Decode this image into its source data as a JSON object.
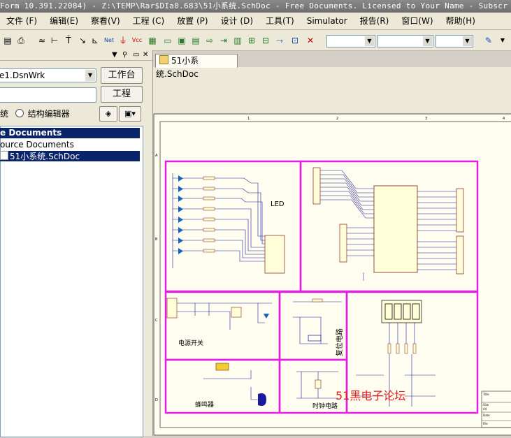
{
  "window": {
    "title": "Form 10.391.22084) - Z:\\TEMP\\Rar$DIa0.683\\51小系统.SchDoc - Free Documents. Licensed to Your Name - Subscr"
  },
  "menu": {
    "items": [
      "文件 (F)",
      "编辑(E)",
      "察看(V)",
      "工程 (C)",
      "放置 (P)",
      "设计 (D)",
      "工具(T)",
      "Simulator",
      "报告(R)",
      "窗口(W)",
      "帮助(H)"
    ]
  },
  "panel": {
    "workspace_value": "e1.DsnWrk",
    "workspace_button": "工作台",
    "project_button": "工程",
    "radio_left_label": "统",
    "radio_right_label": "结构编辑器",
    "tree": {
      "header": "e Documents",
      "row1": "ource Documents",
      "row2": "51小系统.SchDoc"
    }
  },
  "document": {
    "tab_label": "51小系统.SchDoc"
  },
  "schematic": {
    "led_label": "LED",
    "power_label": "电源开关",
    "reset_label": "复位电路",
    "buzzer_label": "蜂鸣器",
    "clock_label": "时钟电路",
    "watermark": "51黑电子论坛",
    "col_numbers": [
      "1",
      "2",
      "3",
      "4"
    ],
    "row_letters": [
      "A",
      "B",
      "C",
      "D"
    ],
    "titleblock_labels": [
      "Title",
      "Size",
      "A4",
      "Date",
      "File"
    ]
  },
  "colors": {
    "frame_magenta": "#e21ee0",
    "wire_blue": "#1a1aa0",
    "led_blue": "#1565c0",
    "chip_fill": "#ffffd8",
    "watermark_red": "#e02020"
  }
}
